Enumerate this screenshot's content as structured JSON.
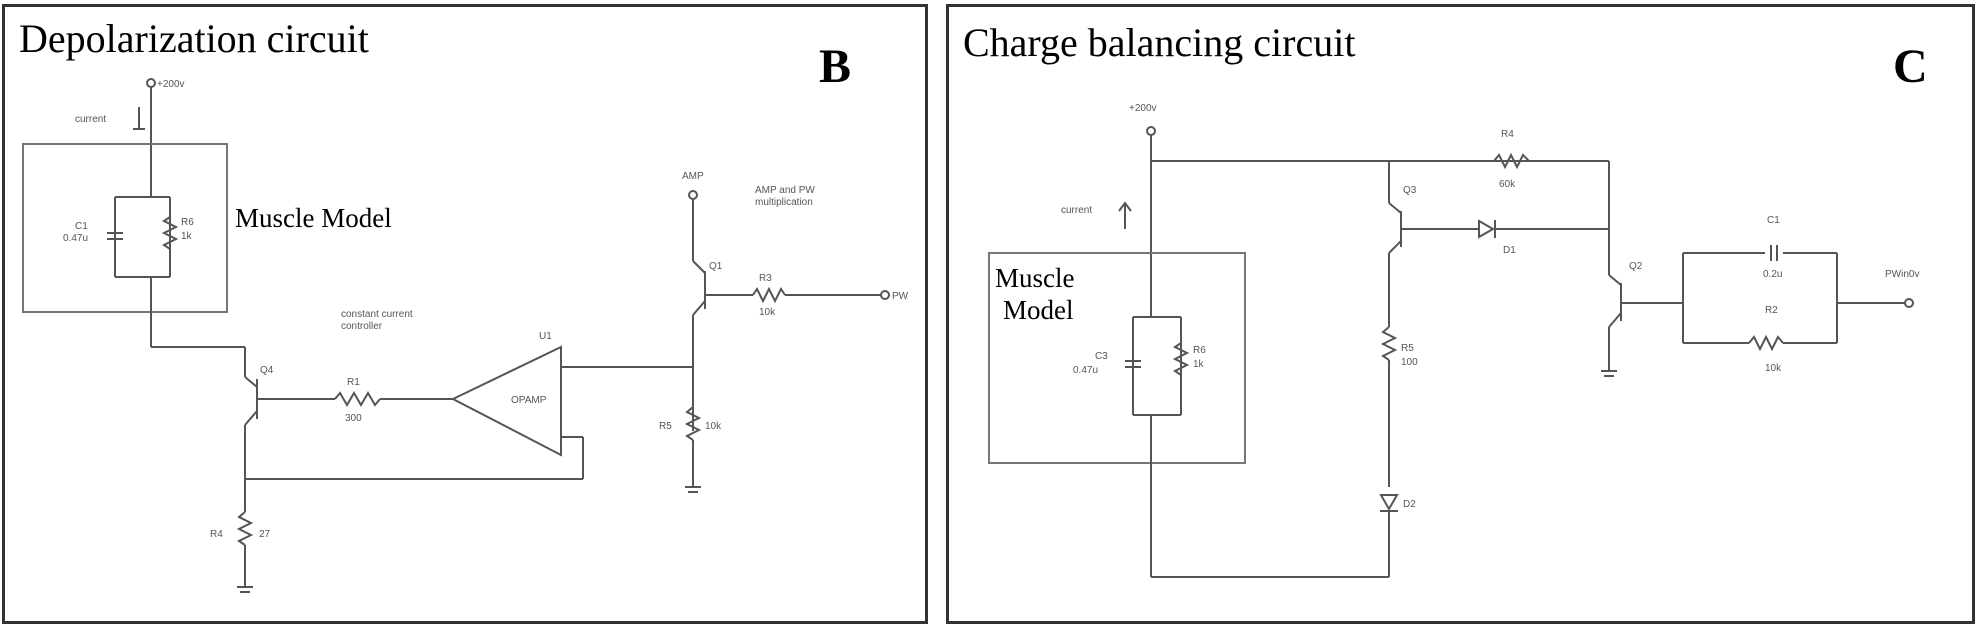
{
  "panel_b": {
    "title": "Depolarization circuit",
    "letter": "B",
    "labels": {
      "supply": "+200v",
      "current": "current",
      "cap": "C1",
      "cap_val": "0.47u",
      "res": "R6",
      "res_val": "1k",
      "muscle_model": "Muscle Model",
      "ccc1": "constant current",
      "ccc2": "controller",
      "q_bottom": "Q4",
      "r_mid": "R1",
      "r_mid_val": "300",
      "opamp_ref": "U1",
      "opamp": "OPAMP",
      "r_low": "R4",
      "r_low_val": "27",
      "amp_in": "AMP",
      "mult1": "AMP and PW",
      "mult2": "multiplication",
      "q_top": "Q1",
      "r_top": "R3",
      "r_top_val": "10k",
      "pw": "PW",
      "r_gnd": "R5",
      "r_gnd_val": "10k"
    }
  },
  "panel_c": {
    "title": "Charge balancing circuit",
    "letter": "C",
    "labels": {
      "supply": "+200v",
      "current": "current",
      "muscle1": "Muscle",
      "muscle2": "Model",
      "cap": "C3",
      "cap_val": "0.47u",
      "res": "R6",
      "res_val": "1k",
      "q_left": "Q3",
      "r_top": "R4",
      "r_top_val": "60k",
      "diode_mid": "D1",
      "r_mid": "R5",
      "r_mid_val": "100",
      "diode_low": "D2",
      "q_right": "Q2",
      "cap_right": "C1",
      "cap_right_val": "0.2u",
      "r_right": "R2",
      "r_right_val": "10k",
      "out": "PWin0v"
    }
  }
}
